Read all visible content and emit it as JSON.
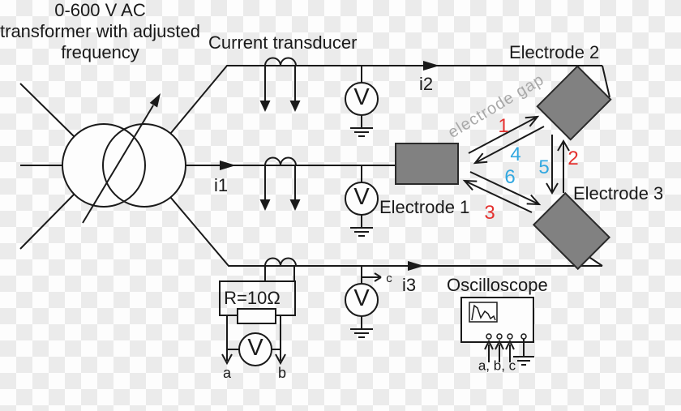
{
  "colors": {
    "line": "#1a1a1a",
    "red": "#e4312f",
    "blue": "#33a8e0",
    "electrode_fill": "#818181",
    "watermark_gray": "#a8a8a8",
    "checker_light": "#fdfdfd",
    "checker_dark": "#ebebeb"
  },
  "title": {
    "line1": "0-600 V AC",
    "line2": "transformer with adjusted",
    "line3": "frequency"
  },
  "labels": {
    "current_transducer": "Current transducer",
    "i1": "i1",
    "i2": "i2",
    "i3": "i3",
    "electrode_1": "Electrode 1",
    "electrode_2": "Electrode 2",
    "electrode_3": "Electrode 3",
    "electrode_gap": "electrode gap",
    "oscilloscope": "Oscilloscope",
    "resistor": "R=10Ω",
    "voltmeter": "V",
    "probe_a": "a",
    "probe_b": "b",
    "probe_c": "c",
    "probes_abc": "a, b, c"
  },
  "gap_numbers": [
    {
      "value": "1",
      "color": "#e4312f"
    },
    {
      "value": "2",
      "color": "#e4312f"
    },
    {
      "value": "3",
      "color": "#e4312f"
    },
    {
      "value": "4",
      "color": "#33a8e0"
    },
    {
      "value": "5",
      "color": "#33a8e0"
    },
    {
      "value": "6",
      "color": "#33a8e0"
    }
  ]
}
